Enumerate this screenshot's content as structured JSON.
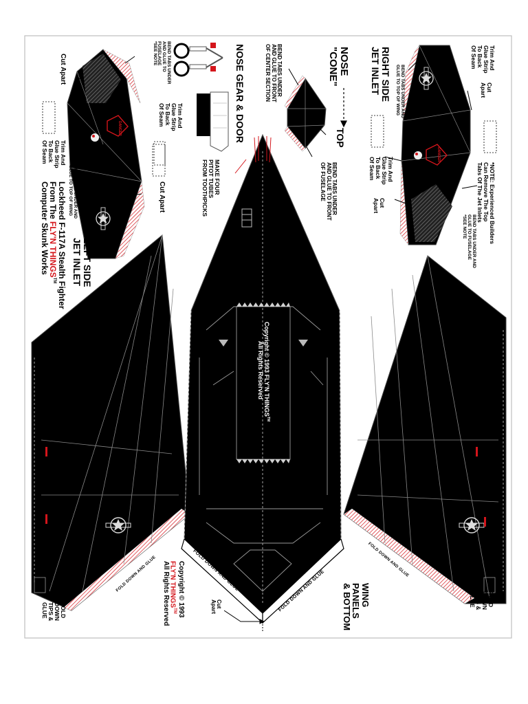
{
  "title": {
    "line1": "Lockheed F-117A Stealth Fighter",
    "line2_prefix": "From The ",
    "brand": "FLY'N THINGS",
    "tm": "TM",
    "line3": "Computer Skunk Works"
  },
  "sections": {
    "right_side_jet_inlet": [
      "RIGHT SIDE",
      "JET INLET"
    ],
    "left_side_jet_inlet": [
      "LEFT SIDE",
      "JET INLET"
    ],
    "nose_cone": [
      "NOSE",
      "\"CONE\""
    ],
    "nose_gear_door": "NOSE GEAR & DOOR",
    "wing_panels": [
      "WING",
      "PANELS",
      "& BOTTOM"
    ],
    "top": "TOP"
  },
  "instructions": {
    "trim_glue_strip": [
      "Trim And",
      "Glue Strip",
      "To Back",
      "Of Seam"
    ],
    "cut_apart": [
      "Cut",
      "Apart"
    ],
    "cut_apart_single": "Cut Apart",
    "note": [
      "*NOTE: Experienced Builders",
      "Can Remove The Top",
      "Tabs Of The Jet Inlets"
    ],
    "bend_tabs_fuselage": [
      "BEND TABS UNDER AND",
      "GLUE TO FUSELAGE",
      "*SEE NOTE"
    ],
    "bend_tabs_fuselage_left": [
      "BEND TABS UNDER",
      "AND GLUE TO",
      "FUSELAGE",
      "*SEE NOTE"
    ],
    "bend_tabs_wing": [
      "BEND TABS UNDER AND",
      "GLUE TO TOP OF WING"
    ],
    "bend_tabs_center": [
      "BEND TABS UNDER",
      "AND GLUE TO FRONT",
      "OF CENTER SECTION"
    ],
    "bend_tabs_nose": [
      "BEND TABS UNDER",
      "AND GLUE TO FRONT",
      "OF FUSELAGE"
    ],
    "pitot_tubes": [
      "MAKE FOUR",
      "PITOT TUBES",
      "FROM TOOTHPICKS"
    ],
    "fold_down_tips": [
      "FOLD",
      "DOWN",
      "TIPS &",
      "GLUE"
    ],
    "fold_down_and_glue": "FOLD DOWN AND GLUE",
    "danger": "DANGER"
  },
  "copyright": {
    "line1": "Copyright © 1993",
    "brand": "FLY'N THINGS",
    "tm": "TM",
    "line3": "All Rights Reserved"
  },
  "center_copyright": {
    "line1": "Copyright © 1993 FLY'N THINGS",
    "tm": "TM",
    "line2": "All Rights Reserved"
  },
  "colors": {
    "plane_fill": "#000000",
    "panel_line": "#c8c8c8",
    "brand_red": "#d4151b",
    "paper": "#ffffff"
  }
}
